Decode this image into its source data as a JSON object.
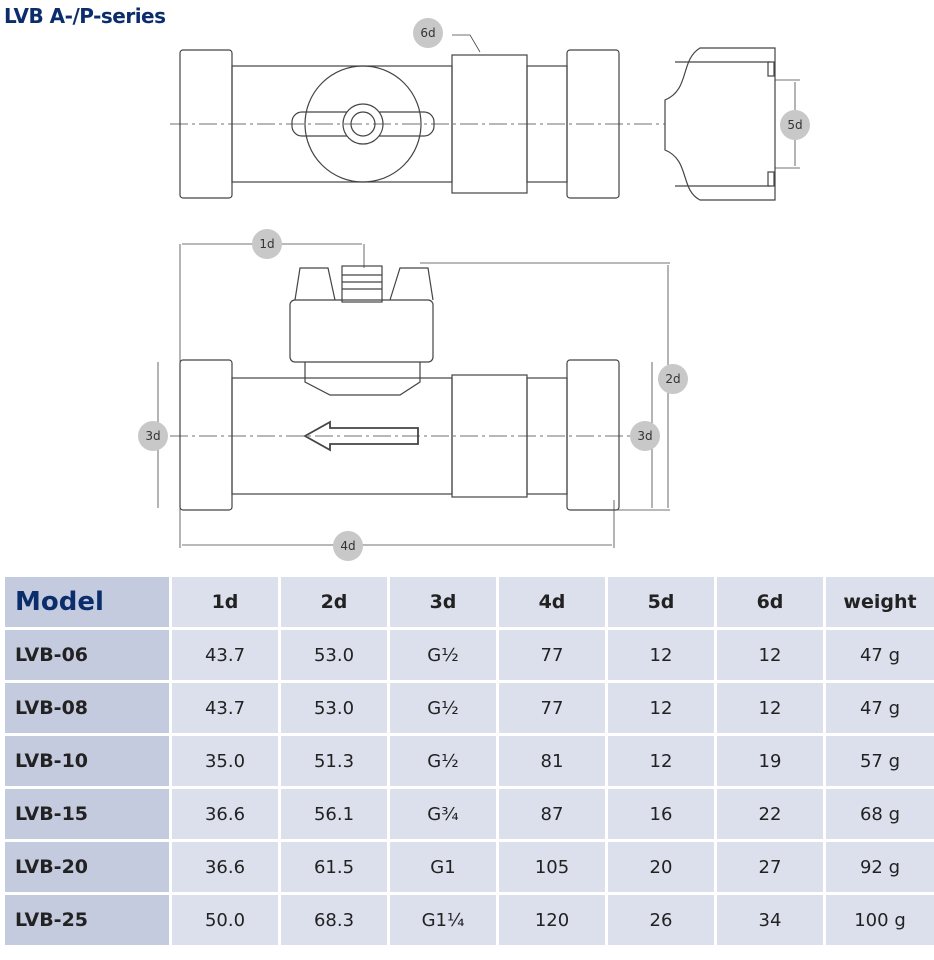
{
  "title": "LVB A-/P-series",
  "dimension_labels": {
    "d1": "1d",
    "d2": "2d",
    "d3": "3d",
    "d4": "4d",
    "d5": "5d",
    "d6": "6d"
  },
  "table": {
    "headers": [
      "Model",
      "1d",
      "2d",
      "3d",
      "4d",
      "5d",
      "6d",
      "weight"
    ],
    "rows": [
      [
        "LVB-06",
        "43.7",
        "53.0",
        "G½",
        "77",
        "12",
        "12",
        "47 g"
      ],
      [
        "LVB-08",
        "43.7",
        "53.0",
        "G½",
        "77",
        "12",
        "12",
        "47 g"
      ],
      [
        "LVB-10",
        "35.0",
        "51.3",
        "G½",
        "81",
        "12",
        "19",
        "57 g"
      ],
      [
        "LVB-15",
        "36.6",
        "56.1",
        "G¾",
        "87",
        "16",
        "22",
        "68 g"
      ],
      [
        "LVB-20",
        "36.6",
        "61.5",
        "G1",
        "105",
        "20",
        "27",
        "92 g"
      ],
      [
        "LVB-25",
        "50.0",
        "68.3",
        "G1¼",
        "120",
        "26",
        "34",
        "100 g"
      ]
    ]
  }
}
